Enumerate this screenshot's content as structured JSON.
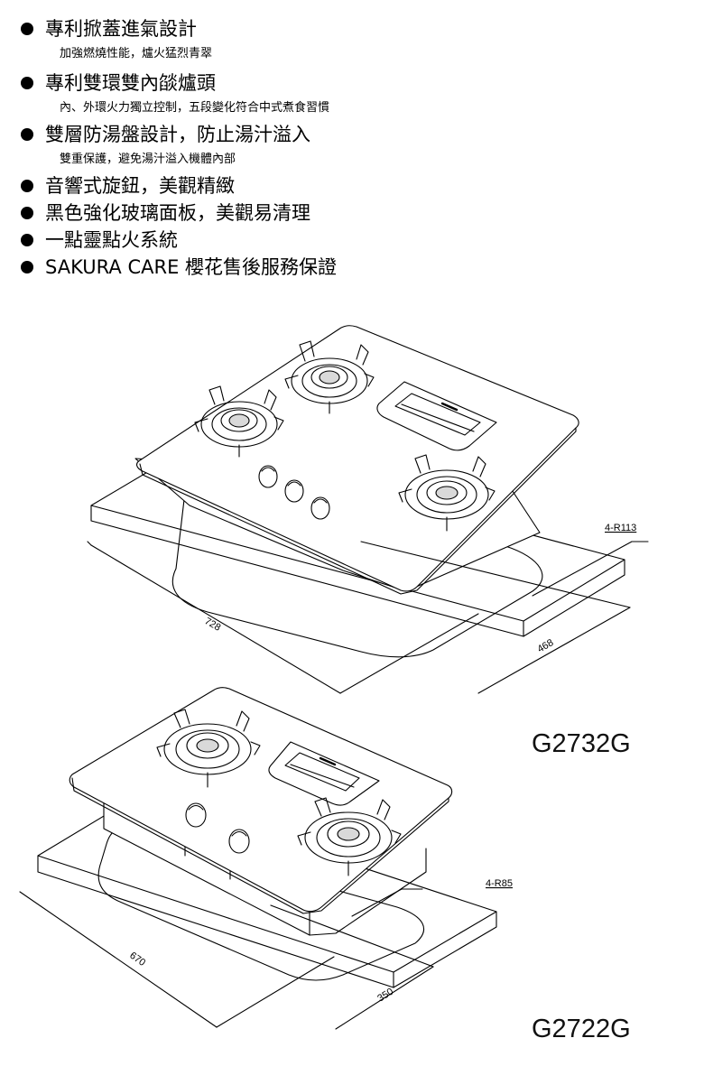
{
  "features": [
    {
      "title": "專利掀蓋進氣設計",
      "subtitle": "加強燃燒性能，爐火猛烈青翠"
    },
    {
      "title": "專利雙環雙內燄爐頭",
      "subtitle": "內、外環火力獨立控制，五段變化符合中式煮食習慣"
    },
    {
      "title": "雙層防湯盤設計，防止湯汁溢入",
      "subtitle": "雙重保護，避免湯汁溢入機體內部"
    },
    {
      "title": "音響式旋鈕，美觀精緻",
      "subtitle": null
    },
    {
      "title": "黑色強化玻璃面板，美觀易清理",
      "subtitle": null
    },
    {
      "title": "一點靈點火系統",
      "subtitle": null
    },
    {
      "title": "SAKURA CARE  櫻花售後服務保證",
      "subtitle": null
    }
  ],
  "products": [
    {
      "model": "G2732G",
      "burners": 3,
      "knobs": 3,
      "dimensions": {
        "width": "728",
        "depth": "468",
        "corner_radius": "4-R113"
      }
    },
    {
      "model": "G2722G",
      "burners": 2,
      "knobs": 2,
      "dimensions": {
        "width": "670",
        "depth": "350",
        "corner_radius": "4-R85"
      }
    }
  ],
  "colors": {
    "ink": "#000000",
    "background": "#ffffff"
  }
}
